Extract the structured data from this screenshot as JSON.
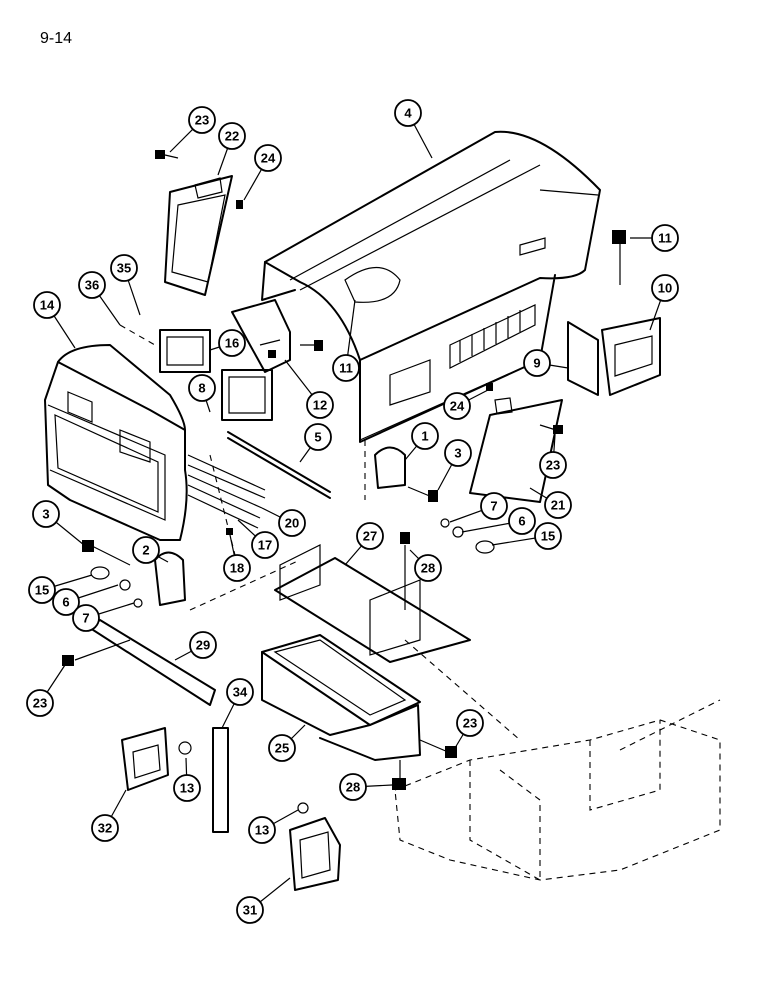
{
  "page_number": "9-14",
  "callouts": [
    {
      "id": "c23a",
      "label": "23"
    },
    {
      "id": "c22",
      "label": "22"
    },
    {
      "id": "c24a",
      "label": "24"
    },
    {
      "id": "c4",
      "label": "4"
    },
    {
      "id": "c11a",
      "label": "11"
    },
    {
      "id": "c10",
      "label": "10"
    },
    {
      "id": "c35",
      "label": "35"
    },
    {
      "id": "c36",
      "label": "36"
    },
    {
      "id": "c14",
      "label": "14"
    },
    {
      "id": "c16",
      "label": "16"
    },
    {
      "id": "c12",
      "label": "12"
    },
    {
      "id": "c11b",
      "label": "11"
    },
    {
      "id": "c9",
      "label": "9"
    },
    {
      "id": "c8",
      "label": "8"
    },
    {
      "id": "c5",
      "label": "5"
    },
    {
      "id": "c24b",
      "label": "24"
    },
    {
      "id": "c1",
      "label": "1"
    },
    {
      "id": "c3a",
      "label": "3"
    },
    {
      "id": "c23b",
      "label": "23"
    },
    {
      "id": "c21",
      "label": "21"
    },
    {
      "id": "c20",
      "label": "20"
    },
    {
      "id": "c17",
      "label": "17"
    },
    {
      "id": "c18",
      "label": "18"
    },
    {
      "id": "c7a",
      "label": "7"
    },
    {
      "id": "c6a",
      "label": "6"
    },
    {
      "id": "c15a",
      "label": "15"
    },
    {
      "id": "c3b",
      "label": "3"
    },
    {
      "id": "c2",
      "label": "2"
    },
    {
      "id": "c27",
      "label": "27"
    },
    {
      "id": "c28a",
      "label": "28"
    },
    {
      "id": "c15b",
      "label": "15"
    },
    {
      "id": "c6b",
      "label": "6"
    },
    {
      "id": "c7b",
      "label": "7"
    },
    {
      "id": "c29",
      "label": "29"
    },
    {
      "id": "c23c",
      "label": "23"
    },
    {
      "id": "c34",
      "label": "34"
    },
    {
      "id": "c13a",
      "label": "13"
    },
    {
      "id": "c25",
      "label": "25"
    },
    {
      "id": "c23d",
      "label": "23"
    },
    {
      "id": "c28b",
      "label": "28"
    },
    {
      "id": "c32",
      "label": "32"
    },
    {
      "id": "c13b",
      "label": "13"
    },
    {
      "id": "c31",
      "label": "31"
    }
  ]
}
